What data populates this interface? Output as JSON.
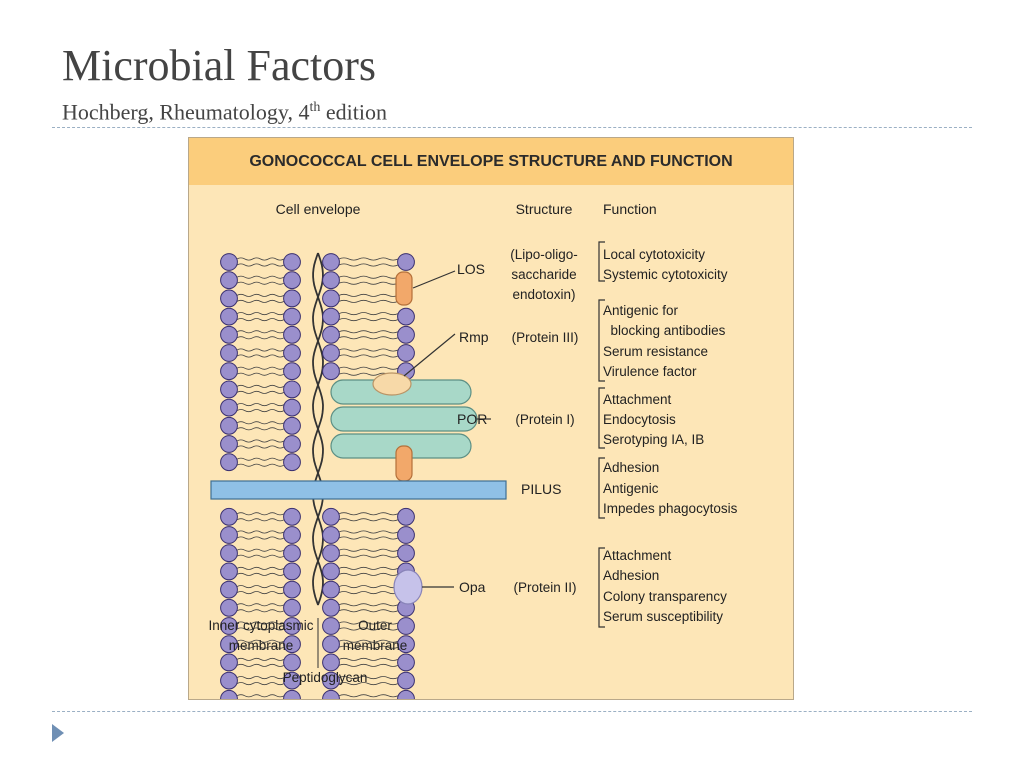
{
  "slide": {
    "title": "Microbial Factors",
    "subtitle_prefix": "Hochberg, Rheumatology, 4",
    "subtitle_sup": "th",
    "subtitle_suffix": " edition"
  },
  "figure": {
    "header": "GONOCOCCAL CELL ENVELOPE STRUCTURE AND FUNCTION",
    "columns": {
      "envelope": "Cell envelope",
      "structure": "Structure",
      "function": "Function"
    },
    "components": [
      {
        "key": "los",
        "name": "LOS",
        "structure": [
          "(Lipo-oligo-",
          "saccharide",
          "endotoxin)"
        ],
        "functions": [
          "Local cytotoxicity",
          "Systemic cytotoxicity"
        ]
      },
      {
        "key": "rmp",
        "name": "Rmp",
        "structure": [
          "(Protein III)"
        ],
        "functions": [
          "Antigenic for",
          "  blocking antibodies",
          "Serum resistance",
          "Virulence factor"
        ]
      },
      {
        "key": "por",
        "name": "POR",
        "structure": [
          "(Protein I)"
        ],
        "functions": [
          "Attachment",
          "Endocytosis",
          "Serotyping IA, IB"
        ]
      },
      {
        "key": "pilus",
        "name": "PILUS",
        "structure": [],
        "functions": [
          "Adhesion",
          "Antigenic",
          "Impedes phagocytosis"
        ]
      },
      {
        "key": "opa",
        "name": "Opa",
        "structure": [
          "(Protein II)"
        ],
        "functions": [
          "Attachment",
          "Adhesion",
          "Colony transparency",
          "Serum susceptibility"
        ]
      }
    ],
    "bottom_labels": {
      "inner": [
        "Inner cytoplasmic",
        "membrane"
      ],
      "outer": [
        "Outer",
        "membrane"
      ],
      "peptidoglycan": "Peptidoglycan"
    },
    "colors": {
      "header": "#fbcd7c",
      "background": "#fde6b7",
      "lipid_head": "#9a8fcc",
      "pilus": "#8fc0e6",
      "por": "#a8d8c8",
      "los": "#f2a86a",
      "rmp": "#f7d9a8",
      "opa": "#c6c2ea"
    }
  }
}
